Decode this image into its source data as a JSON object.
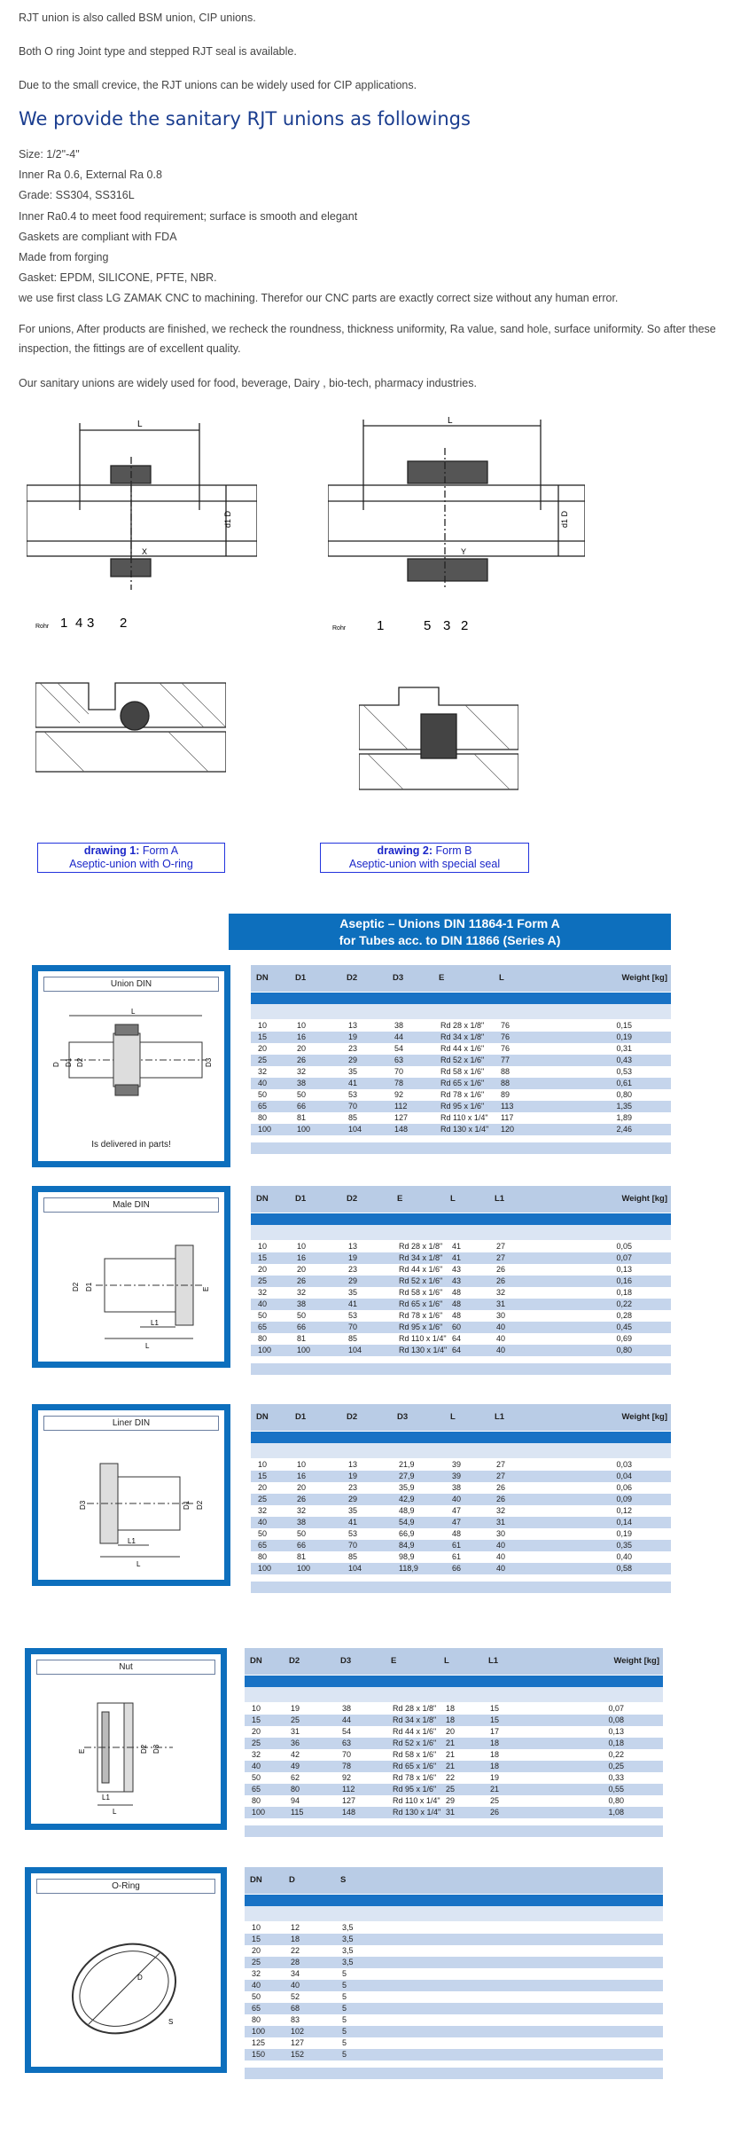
{
  "intro": {
    "p1": "RJT union is also called BSM union, CIP unions.",
    "p2": "Both O ring Joint type and stepped RJT seal is available.",
    "p3": "Due to the small crevice, the RJT unions can be widely used for CIP applications."
  },
  "heading": "We provide the sanitary RJT unions as followings",
  "specs": [
    "Size: 1/2\"-4\"",
    "Inner Ra 0.6, External Ra 0.8",
    "Grade: SS304, SS316L",
    "Inner Ra0.4 to meet food requirement; surface is smooth and elegant",
    "Gaskets are compliant with FDA",
    "Made from forging",
    "Gasket: EPDM, SILICONE, PFTE, NBR.",
    "we use first class LG ZAMAK CNC to machining. Therefor our CNC parts are exactly correct size without any human error."
  ],
  "para_inspection": "For unions, After products are finished, we recheck the roundness, thickness uniformity, Ra value, sand hole, surface uniformity. So after these inspection, the fittings are of excellent quality.",
  "para_usage": "Our sanitary unions are widely used for food, beverage, Dairy , bio-tech, pharmacy industries.",
  "drawings": {
    "a": {
      "labels": [
        "L",
        "d1 D",
        "Rohr",
        "1",
        "4",
        "3",
        "2",
        "X"
      ],
      "cap_bold": "drawing 1:",
      "cap_form": " Form A",
      "cap_line2": "Aseptic-union with O-ring"
    },
    "b": {
      "labels": [
        "L",
        "d1 D",
        "Rohr",
        "1",
        "5",
        "3",
        "2",
        "Y"
      ],
      "cap_bold": "drawing 2:",
      "cap_form": " Form B",
      "cap_line2": "Aseptic-union with special seal"
    }
  },
  "banner": {
    "line1": "Aseptic – Unions  DIN 11864-1 Form A",
    "line2": "for Tubes acc. to DIN 11866 (Series A)"
  },
  "union_din": {
    "title": "Union DIN",
    "note": "Is delivered in parts!",
    "drawing_labels": [
      "L",
      "D",
      "D1",
      "D2",
      "D3"
    ],
    "headers": [
      "DN",
      "D1",
      "D2",
      "D3",
      "E",
      "L",
      "Weight [kg]"
    ],
    "rows": [
      [
        "10",
        "10",
        "13",
        "38",
        "Rd 28 x 1/8\"",
        "76",
        "0,15"
      ],
      [
        "15",
        "16",
        "19",
        "44",
        "Rd 34 x 1/8\"",
        "76",
        "0,19"
      ],
      [
        "20",
        "20",
        "23",
        "54",
        "Rd 44 x 1/6\"",
        "76",
        "0,31"
      ],
      [
        "25",
        "26",
        "29",
        "63",
        "Rd 52 x 1/6\"",
        "77",
        "0,43"
      ],
      [
        "32",
        "32",
        "35",
        "70",
        "Rd 58 x 1/6\"",
        "88",
        "0,53"
      ],
      [
        "40",
        "38",
        "41",
        "78",
        "Rd 65 x 1/6\"",
        "88",
        "0,61"
      ],
      [
        "50",
        "50",
        "53",
        "92",
        "Rd 78 x 1/6\"",
        "89",
        "0,80"
      ],
      [
        "65",
        "66",
        "70",
        "112",
        "Rd 95 x 1/6\"",
        "113",
        "1,35"
      ],
      [
        "80",
        "81",
        "85",
        "127",
        "Rd 110 x 1/4\"",
        "117",
        "1,89"
      ],
      [
        "100",
        "100",
        "104",
        "148",
        "Rd 130 x 1/4\"",
        "120",
        "2,46"
      ]
    ]
  },
  "male_din": {
    "title": "Male DIN",
    "drawing_labels": [
      "D2",
      "D1",
      "E",
      "L1",
      "L"
    ],
    "headers": [
      "DN",
      "D1",
      "D2",
      "E",
      "L",
      "L1",
      "Weight [kg]"
    ],
    "rows": [
      [
        "10",
        "10",
        "13",
        "Rd 28 x 1/8\"",
        "41",
        "27",
        "0,05"
      ],
      [
        "15",
        "16",
        "19",
        "Rd 34 x 1/8\"",
        "41",
        "27",
        "0,07"
      ],
      [
        "20",
        "20",
        "23",
        "Rd 44 x 1/6\"",
        "43",
        "26",
        "0,13"
      ],
      [
        "25",
        "26",
        "29",
        "Rd 52 x 1/6\"",
        "43",
        "26",
        "0,16"
      ],
      [
        "32",
        "32",
        "35",
        "Rd 58 x 1/6\"",
        "48",
        "32",
        "0,18"
      ],
      [
        "40",
        "38",
        "41",
        "Rd 65 x 1/6\"",
        "48",
        "31",
        "0,22"
      ],
      [
        "50",
        "50",
        "53",
        "Rd 78 x 1/6\"",
        "48",
        "30",
        "0,28"
      ],
      [
        "65",
        "66",
        "70",
        "Rd 95 x 1/6\"",
        "60",
        "40",
        "0,45"
      ],
      [
        "80",
        "81",
        "85",
        "Rd 110 x 1/4\"",
        "64",
        "40",
        "0,69"
      ],
      [
        "100",
        "100",
        "104",
        "Rd 130 x 1/4\"",
        "64",
        "40",
        "0,80"
      ]
    ]
  },
  "liner_din": {
    "title": "Liner DIN",
    "drawing_labels": [
      "D3",
      "D1",
      "D2",
      "L1",
      "L"
    ],
    "headers": [
      "DN",
      "D1",
      "D2",
      "D3",
      "L",
      "L1",
      "Weight [kg]"
    ],
    "rows": [
      [
        "10",
        "10",
        "13",
        "21,9",
        "39",
        "27",
        "0,03"
      ],
      [
        "15",
        "16",
        "19",
        "27,9",
        "39",
        "27",
        "0,04"
      ],
      [
        "20",
        "20",
        "23",
        "35,9",
        "38",
        "26",
        "0,06"
      ],
      [
        "25",
        "26",
        "29",
        "42,9",
        "40",
        "26",
        "0,09"
      ],
      [
        "32",
        "32",
        "35",
        "48,9",
        "47",
        "32",
        "0,12"
      ],
      [
        "40",
        "38",
        "41",
        "54,9",
        "47",
        "31",
        "0,14"
      ],
      [
        "50",
        "50",
        "53",
        "66,9",
        "48",
        "30",
        "0,19"
      ],
      [
        "65",
        "66",
        "70",
        "84,9",
        "61",
        "40",
        "0,35"
      ],
      [
        "80",
        "81",
        "85",
        "98,9",
        "61",
        "40",
        "0,40"
      ],
      [
        "100",
        "100",
        "104",
        "118,9",
        "66",
        "40",
        "0,58"
      ]
    ]
  },
  "nut": {
    "title": "Nut",
    "drawing_labels": [
      "E",
      "D2",
      "D3",
      "L1",
      "L"
    ],
    "headers": [
      "DN",
      "D2",
      "D3",
      "E",
      "L",
      "L1",
      "Weight [kg]"
    ],
    "rows": [
      [
        "10",
        "19",
        "38",
        "Rd 28 x 1/8\"",
        "18",
        "15",
        "0,07"
      ],
      [
        "15",
        "25",
        "44",
        "Rd 34 x 1/8\"",
        "18",
        "15",
        "0,08"
      ],
      [
        "20",
        "31",
        "54",
        "Rd 44 x 1/6\"",
        "20",
        "17",
        "0,13"
      ],
      [
        "25",
        "36",
        "63",
        "Rd 52 x 1/6\"",
        "21",
        "18",
        "0,18"
      ],
      [
        "32",
        "42",
        "70",
        "Rd 58 x 1/6\"",
        "21",
        "18",
        "0,22"
      ],
      [
        "40",
        "49",
        "78",
        "Rd 65 x 1/6\"",
        "21",
        "18",
        "0,25"
      ],
      [
        "50",
        "62",
        "92",
        "Rd 78 x 1/6\"",
        "22",
        "19",
        "0,33"
      ],
      [
        "65",
        "80",
        "112",
        "Rd 95 x 1/6\"",
        "25",
        "21",
        "0,55"
      ],
      [
        "80",
        "94",
        "127",
        "Rd 110 x 1/4\"",
        "29",
        "25",
        "0,80"
      ],
      [
        "100",
        "115",
        "148",
        "Rd 130 x 1/4\"",
        "31",
        "26",
        "1,08"
      ]
    ]
  },
  "oring": {
    "title": "O-Ring",
    "drawing_labels": [
      "D",
      "S"
    ],
    "headers": [
      "DN",
      "D",
      "S"
    ],
    "rows": [
      [
        "10",
        "12",
        "3,5"
      ],
      [
        "15",
        "18",
        "3,5"
      ],
      [
        "20",
        "22",
        "3,5"
      ],
      [
        "25",
        "28",
        "3,5"
      ],
      [
        "32",
        "34",
        "5"
      ],
      [
        "40",
        "40",
        "5"
      ],
      [
        "50",
        "52",
        "5"
      ],
      [
        "65",
        "68",
        "5"
      ],
      [
        "80",
        "83",
        "5"
      ],
      [
        "100",
        "102",
        "5"
      ],
      [
        "125",
        "127",
        "5"
      ],
      [
        "150",
        "152",
        "5"
      ]
    ]
  }
}
